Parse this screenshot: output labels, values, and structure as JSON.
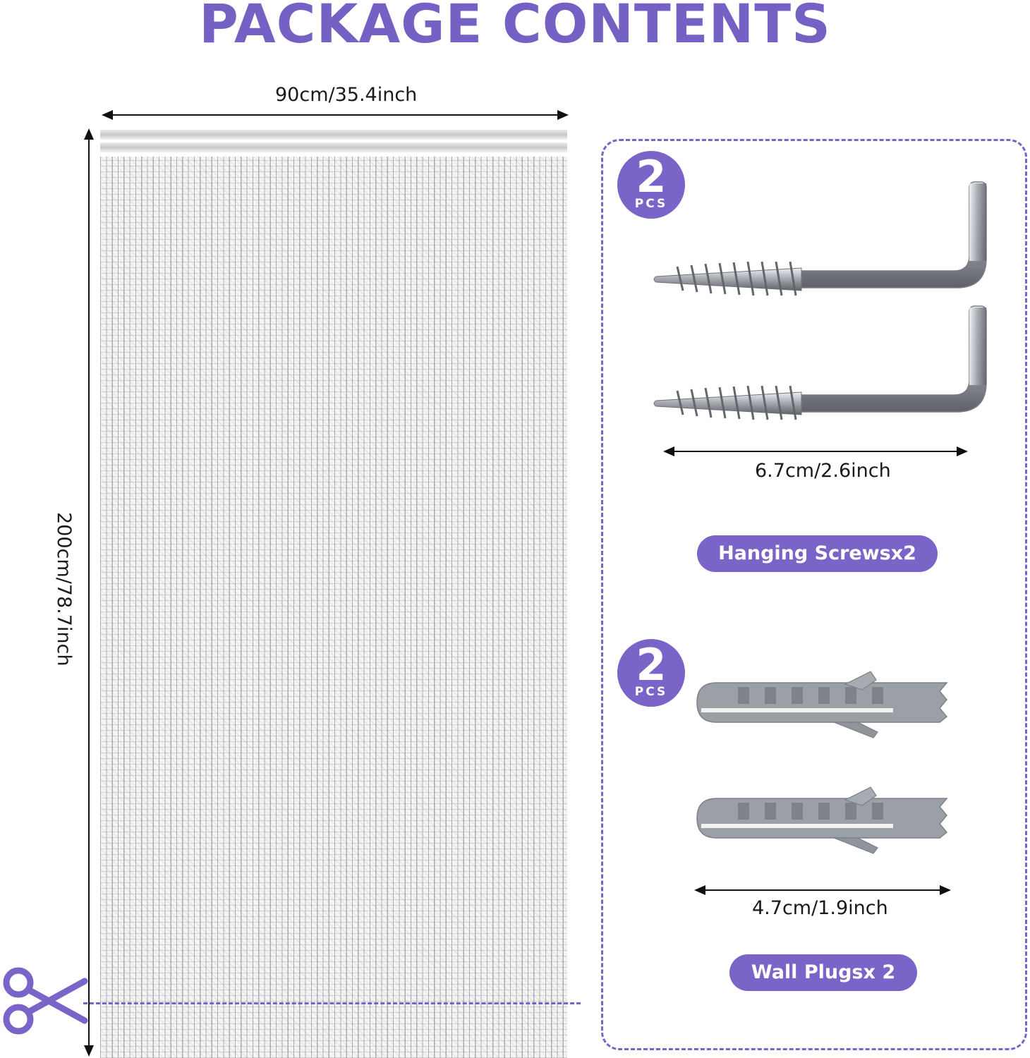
{
  "title": "PACKAGE CONTENTS",
  "colors": {
    "accent": "#7b64c8",
    "title": "#7561c4",
    "metal": "#b9bcc1",
    "plastic": "#9aa0a6"
  },
  "curtain": {
    "width_label": "90cm/35.4inch",
    "height_label": "200cm/78.7inch"
  },
  "screws": {
    "count": "2",
    "unit": "PCS",
    "size_label": "6.7cm/2.6inch",
    "name": "Hanging Screwsx2"
  },
  "plugs": {
    "count": "2",
    "unit": "PCS",
    "size_label": "4.7cm/1.9inch",
    "name": "Wall Plugsx 2"
  },
  "icons": {
    "cut": "scissors-icon"
  }
}
